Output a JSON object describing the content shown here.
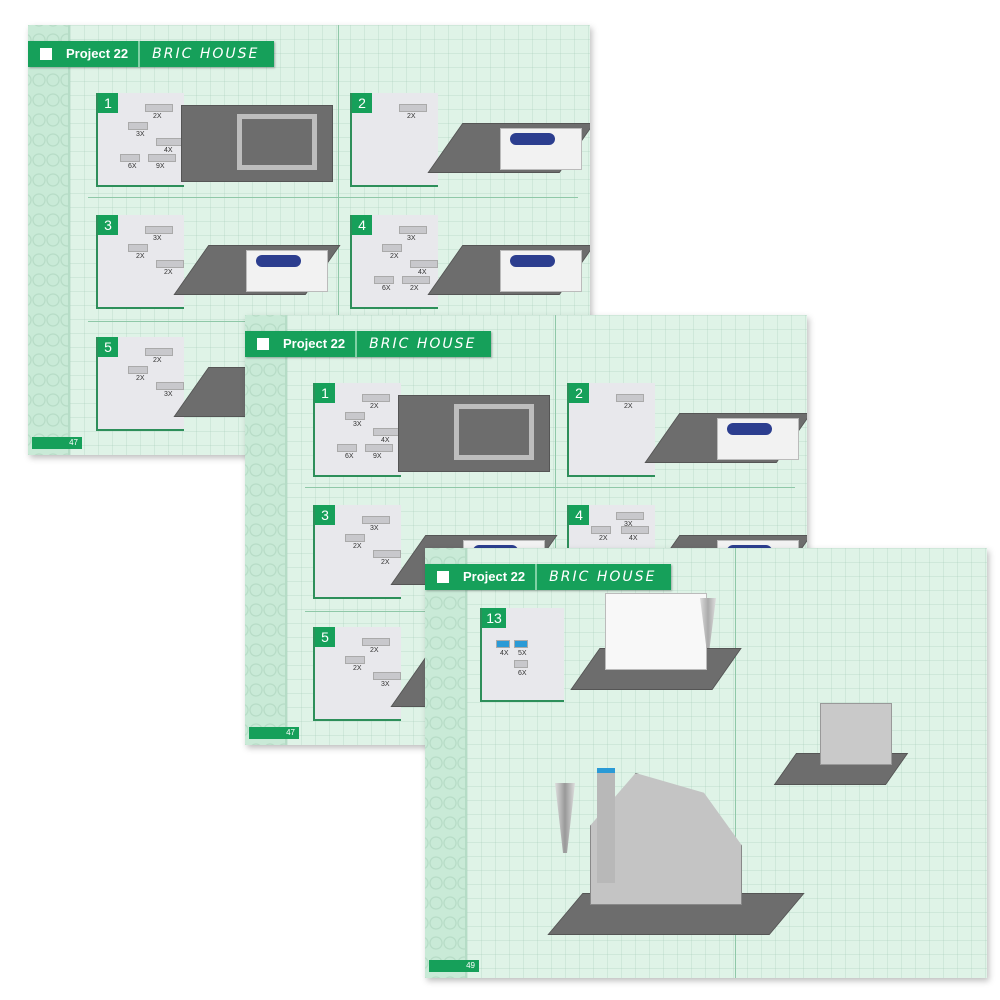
{
  "colors": {
    "accent": "#16a05a",
    "page_bg": "#dff3e7"
  },
  "pages": [
    {
      "project": "Project 22",
      "title": "BRIC HOUSE",
      "page_number": "47",
      "steps": [
        {
          "number": "1",
          "counts": [
            "2X",
            "3X",
            "4X",
            "6X",
            "9X"
          ]
        },
        {
          "number": "2",
          "counts": [
            "2X"
          ]
        },
        {
          "number": "3",
          "counts": [
            "3X",
            "2X",
            "2X"
          ]
        },
        {
          "number": "4",
          "counts": [
            "3X",
            "2X",
            "4X",
            "6X",
            "2X"
          ]
        },
        {
          "number": "5",
          "counts": [
            "2X",
            "2X",
            "3X"
          ]
        }
      ]
    },
    {
      "project": "Project 22",
      "title": "BRIC HOUSE",
      "page_number": "47",
      "steps": [
        {
          "number": "1",
          "counts": [
            "2X",
            "3X",
            "4X",
            "6X",
            "9X"
          ]
        },
        {
          "number": "2",
          "counts": [
            "2X"
          ]
        },
        {
          "number": "3",
          "counts": [
            "3X",
            "2X",
            "2X"
          ]
        },
        {
          "number": "4",
          "counts": [
            "3X",
            "2X",
            "4X"
          ]
        },
        {
          "number": "5",
          "counts": [
            "2X",
            "2X",
            "3X"
          ]
        }
      ]
    },
    {
      "project": "Project 22",
      "title": "BRIC HOUSE",
      "page_number": "49",
      "steps": [
        {
          "number": "13",
          "counts": [
            "4X",
            "5X",
            "6X"
          ]
        }
      ]
    }
  ]
}
